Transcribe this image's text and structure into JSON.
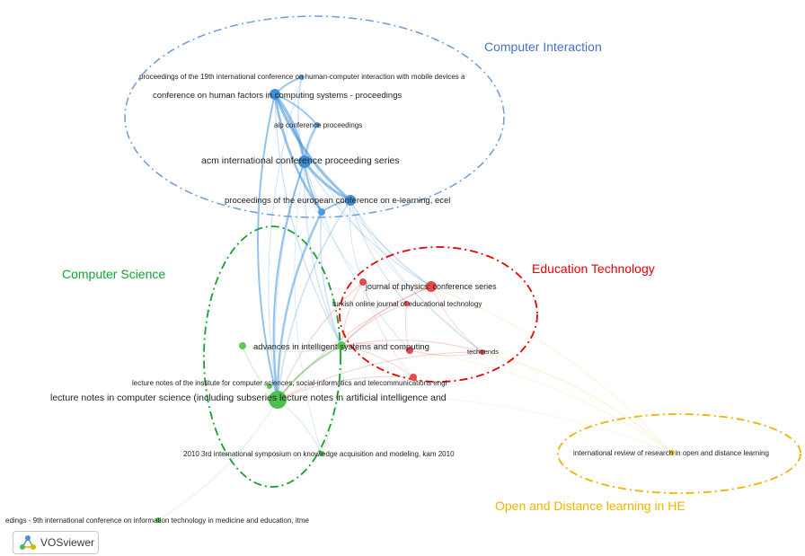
{
  "logo": {
    "text": "VOSviewer"
  },
  "clusters": [
    {
      "id": "computer-interaction",
      "title": "Computer Interaction",
      "color": "#4472c4",
      "ellipse_color": "#6f9bd9"
    },
    {
      "id": "computer-science",
      "title": "Computer Science",
      "color": "#12a33a",
      "ellipse_color": "#1a9e35"
    },
    {
      "id": "education-technology",
      "title": "Education Technology",
      "color": "#e60000",
      "ellipse_color": "#e60000"
    },
    {
      "id": "open-distance",
      "title": "Open and Distance learning in HE",
      "color": "#f2b200",
      "ellipse_color": "#f2b200"
    }
  ],
  "nodes": [
    {
      "id": "hci-mobile",
      "label": "proceedings of the 19th international conference on human-computer interaction with mobile devices a",
      "cluster": "computer-interaction",
      "color": "#4b9be0"
    },
    {
      "id": "chi",
      "label": "conference on human factors in computing systems - proceedings",
      "cluster": "computer-interaction",
      "color": "#3d8fd8"
    },
    {
      "id": "aip",
      "label": "aip conference proceedings",
      "cluster": "computer-interaction",
      "color": "#4b9be0"
    },
    {
      "id": "acm",
      "label": "acm international conference proceeding series",
      "cluster": "computer-interaction",
      "color": "#3d8fd8"
    },
    {
      "id": "ecel",
      "label": "proceedings of the european conference on e-learning, ecel",
      "cluster": "computer-interaction",
      "color": "#3d8fd8"
    },
    {
      "id": "jpcs",
      "label": "journal of physics: conference series",
      "cluster": "education-technology",
      "color": "#e24b4b"
    },
    {
      "id": "tojet",
      "label": "turkish online journal of educational technology",
      "cluster": "education-technology",
      "color": "#e24b4b"
    },
    {
      "id": "aisc",
      "label": "advances in intelligent systems and computing",
      "cluster": "computer-science",
      "color": "#5cc85c"
    },
    {
      "id": "techtrends",
      "label": "techtrends",
      "cluster": "education-technology",
      "color": "#e24b4b"
    },
    {
      "id": "lnicst",
      "label": "lecture notes of the institute for computer sciences, social-informatics and telecommunications engi",
      "cluster": "computer-science",
      "color": "#5cc85c"
    },
    {
      "id": "lncs",
      "label": "lecture notes in computer science (including subseries lecture notes in artificial intelligence and",
      "cluster": "computer-science",
      "color": "#4cbf4c"
    },
    {
      "id": "kam",
      "label": "2010 3rd international symposium on knowledge acquisition and modeling, kam 2010",
      "cluster": "computer-science",
      "color": "#5cc85c"
    },
    {
      "id": "irrodl",
      "label": "international review of research in open and distance learning",
      "cluster": "open-distance",
      "color": "#d6c21a"
    },
    {
      "id": "itme",
      "label": "edings - 9th international conference on information technology in medicine and education, itme",
      "cluster": "computer-science",
      "color": "#5cc85c"
    },
    {
      "id": "green-small",
      "label": "",
      "cluster": "computer-science",
      "color": "#5cc85c"
    },
    {
      "id": "red-a",
      "label": "",
      "cluster": "education-technology",
      "color": "#e24b4b"
    },
    {
      "id": "red-b",
      "label": "",
      "cluster": "education-technology",
      "color": "#e24b4b"
    },
    {
      "id": "red-c",
      "label": "",
      "cluster": "education-technology",
      "color": "#e24b4b"
    },
    {
      "id": "blue-c",
      "label": "",
      "cluster": "computer-interaction",
      "color": "#4b9be0"
    }
  ]
}
